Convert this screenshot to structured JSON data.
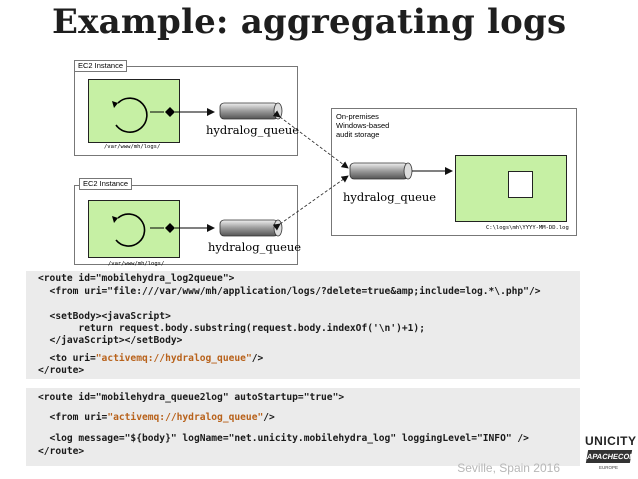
{
  "slide": {
    "title": "Example: aggregating logs",
    "footer": "Seville, Spain 2016"
  },
  "diagram": {
    "ec2_top": {
      "label": "EC2 Instance",
      "path": "/var/www/mh/logs/",
      "queue": "hydralog_queue"
    },
    "ec2_bottom": {
      "label": "EC2 Instance",
      "path": "/var/www/mh/logs/",
      "queue": "hydralog_queue"
    },
    "onprem": {
      "label_lines": [
        "On-premises",
        "Windows-based",
        "audit storage"
      ],
      "queue": "hydralog_queue",
      "path": "C:\\logs\\mh\\YYYY-MM-DD.log"
    },
    "colors": {
      "green": "#c6f0a4",
      "code_bg": "#ebebeb",
      "string": "#b8621b"
    },
    "icons": [
      "circular-arrow-icon",
      "diamond-icon",
      "cylinder-queue-icon",
      "document-icon"
    ]
  },
  "code1": {
    "l1": "<route id=\"mobilehydra_log2queue\">",
    "l2": "  <from uri=\"file:///var/www/mh/application/logs/?delete=true&amp;include=log.*\\.php\"/>",
    "l3": "  <setBody><javaScript>",
    "l4": "       return request.body.substring(request.body.indexOf('\\n')+1);",
    "l5": "  </javaScript></setBody>",
    "l6a": "  <to uri=",
    "l6b": "\"activemq://hydralog_queue\"",
    "l6c": "/>",
    "l7": "</route>"
  },
  "code2": {
    "l1": "<route id=\"mobilehydra_queue2log\" autoStartup=\"true\">",
    "l2a": "  <from uri=",
    "l2b": "\"activemq://hydralog_queue\"",
    "l2c": "/>",
    "l3": "  <log message=\"${body}\" logName=\"net.unicity.mobilehydra_log\" loggingLevel=\"INFO\" />",
    "l4": "</route>"
  },
  "logo": {
    "name": "UNICITY",
    "apache": "APACHECON",
    "sub": "EUROPE"
  }
}
